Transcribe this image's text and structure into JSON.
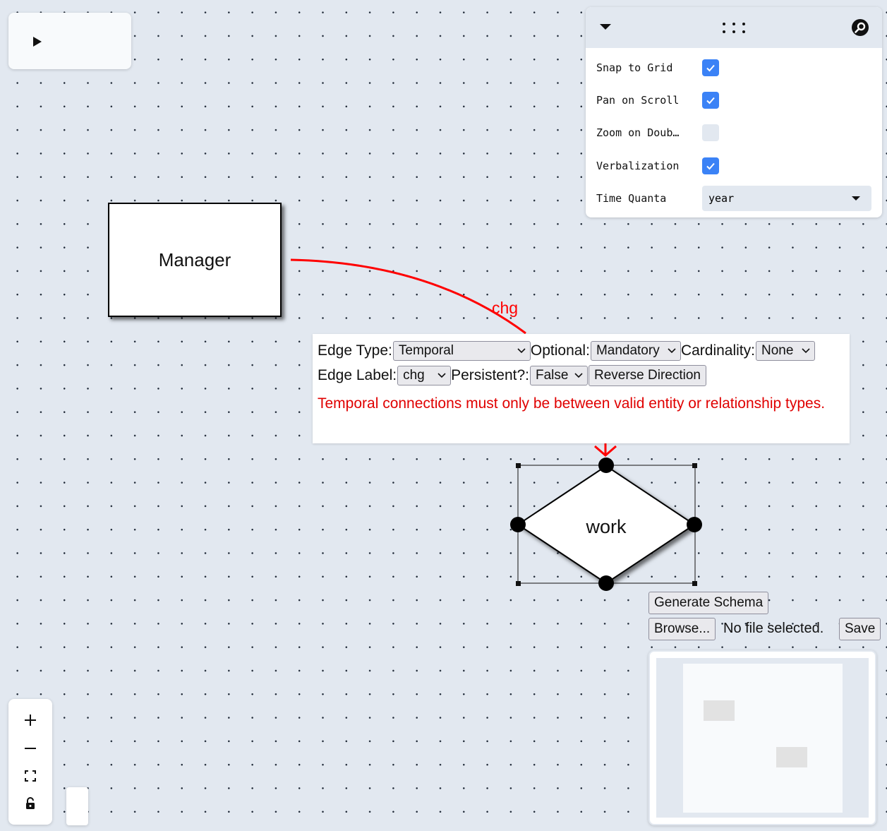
{
  "controls": {
    "play_icon": "play-icon"
  },
  "settings": {
    "collapse_icon": "caret-down-icon",
    "drag_icon": "drag-dots-icon",
    "search_icon": "search-icon",
    "rows": [
      {
        "label": "Snap to Grid",
        "checked": true
      },
      {
        "label": "Pan on Scroll",
        "checked": true
      },
      {
        "label": "Zoom on Doub…",
        "checked": false
      },
      {
        "label": "Verbalization",
        "checked": true
      }
    ],
    "time_quanta_label": "Time Quanta",
    "time_quanta_value": "year",
    "accent_color": "#3b82f6"
  },
  "diagram": {
    "entity_label": "Manager",
    "relationship_label": "work",
    "edge_label": "chg",
    "edge_color": "#ff0000"
  },
  "edge_panel": {
    "edge_type_label": "Edge Type:",
    "edge_type_value": "Temporal",
    "optional_label": "Optional:",
    "optional_value": "Mandatory",
    "cardinality_label": "Cardinality:",
    "cardinality_value": "None",
    "edge_label_label": "Edge Label:",
    "edge_label_value": "chg",
    "persistent_label": "Persistent?:",
    "persistent_value": "False",
    "reverse_button": "Reverse Direction",
    "error_message": "Temporal connections must only be between valid entity or relationship types.",
    "error_color": "#e00000"
  },
  "actions": {
    "generate_schema": "Generate Schema",
    "browse": "Browse...",
    "file_status": "No file selected.",
    "save": "Save"
  },
  "zoom_controls": {
    "zoom_in_icon": "plus-icon",
    "zoom_out_icon": "minus-icon",
    "fit_view_icon": "fit-view-icon",
    "lock_icon": "unlock-icon"
  }
}
